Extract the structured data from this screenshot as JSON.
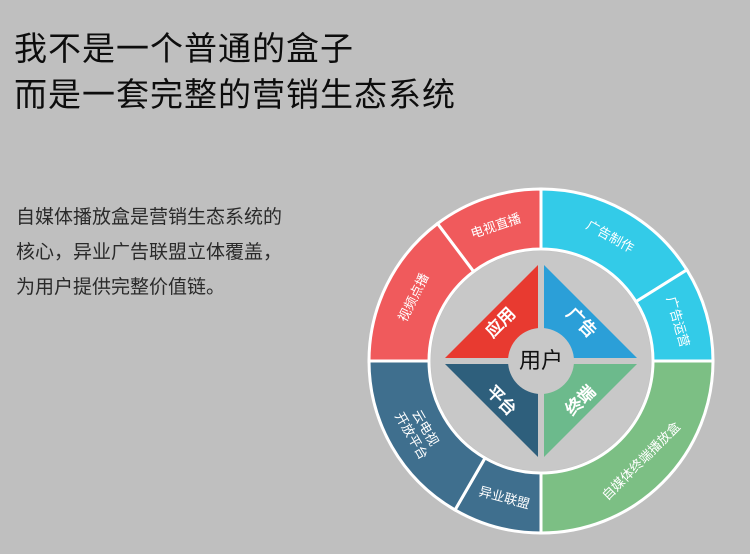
{
  "headline": {
    "line1": "我不是一个普通的盒子",
    "line2": "而是一套完整的营销生态系统"
  },
  "description": {
    "line1": "自媒体播放盒是营销生态系统的",
    "line2": "核心，异业广告联盟立体覆盖，",
    "line3": "为用户提供完整价值链。"
  },
  "wheel": {
    "center": "用户",
    "segments": [
      {
        "key": "tv_direct",
        "label": "电视直播",
        "lines": [
          "电视直播"
        ],
        "color": "#f05a5c"
      },
      {
        "key": "ad_make",
        "label": "广告制作",
        "lines": [
          "广告制作"
        ],
        "color": "#33cbe8"
      },
      {
        "key": "ad_ops",
        "label": "广告运营",
        "lines": [
          "广告运营"
        ],
        "color": "#33cbe8"
      },
      {
        "key": "box",
        "label": "自媒体终端播放盒",
        "lines": [
          "自媒体终端播放盒"
        ],
        "color": "#7cbf84"
      },
      {
        "key": "alliance",
        "label": "异业联盟",
        "lines": [
          "异业联盟"
        ],
        "color": "#3f6f8e"
      },
      {
        "key": "cloud_tv",
        "label": "云电视开放平台",
        "lines": [
          "云电视",
          "开放平台"
        ],
        "color": "#3f6f8e"
      },
      {
        "key": "video_vod",
        "label": "视频点播",
        "lines": [
          "视频点播"
        ],
        "color": "#f05a5c"
      }
    ],
    "core": [
      {
        "key": "app",
        "label": "应用",
        "color": "#e83a30"
      },
      {
        "key": "ad",
        "label": "广告",
        "color": "#2b9fd8"
      },
      {
        "key": "terminal",
        "label": "终端",
        "color": "#6cba8c"
      },
      {
        "key": "platform",
        "label": "平台",
        "color": "#2e5f7c"
      }
    ]
  }
}
